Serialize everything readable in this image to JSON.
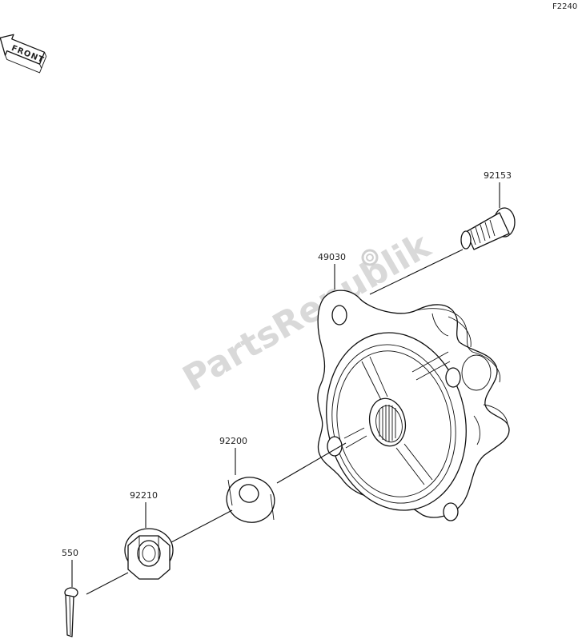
{
  "diagram_code": "F2240",
  "front_arrow_text": "FRONT",
  "watermark": "PartsRepublik",
  "parts": [
    {
      "id": "hub",
      "number": "49030"
    },
    {
      "id": "stud",
      "number": "92153"
    },
    {
      "id": "washer",
      "number": "92200"
    },
    {
      "id": "nut",
      "number": "92210"
    },
    {
      "id": "cotter-pin",
      "number": "550"
    }
  ]
}
